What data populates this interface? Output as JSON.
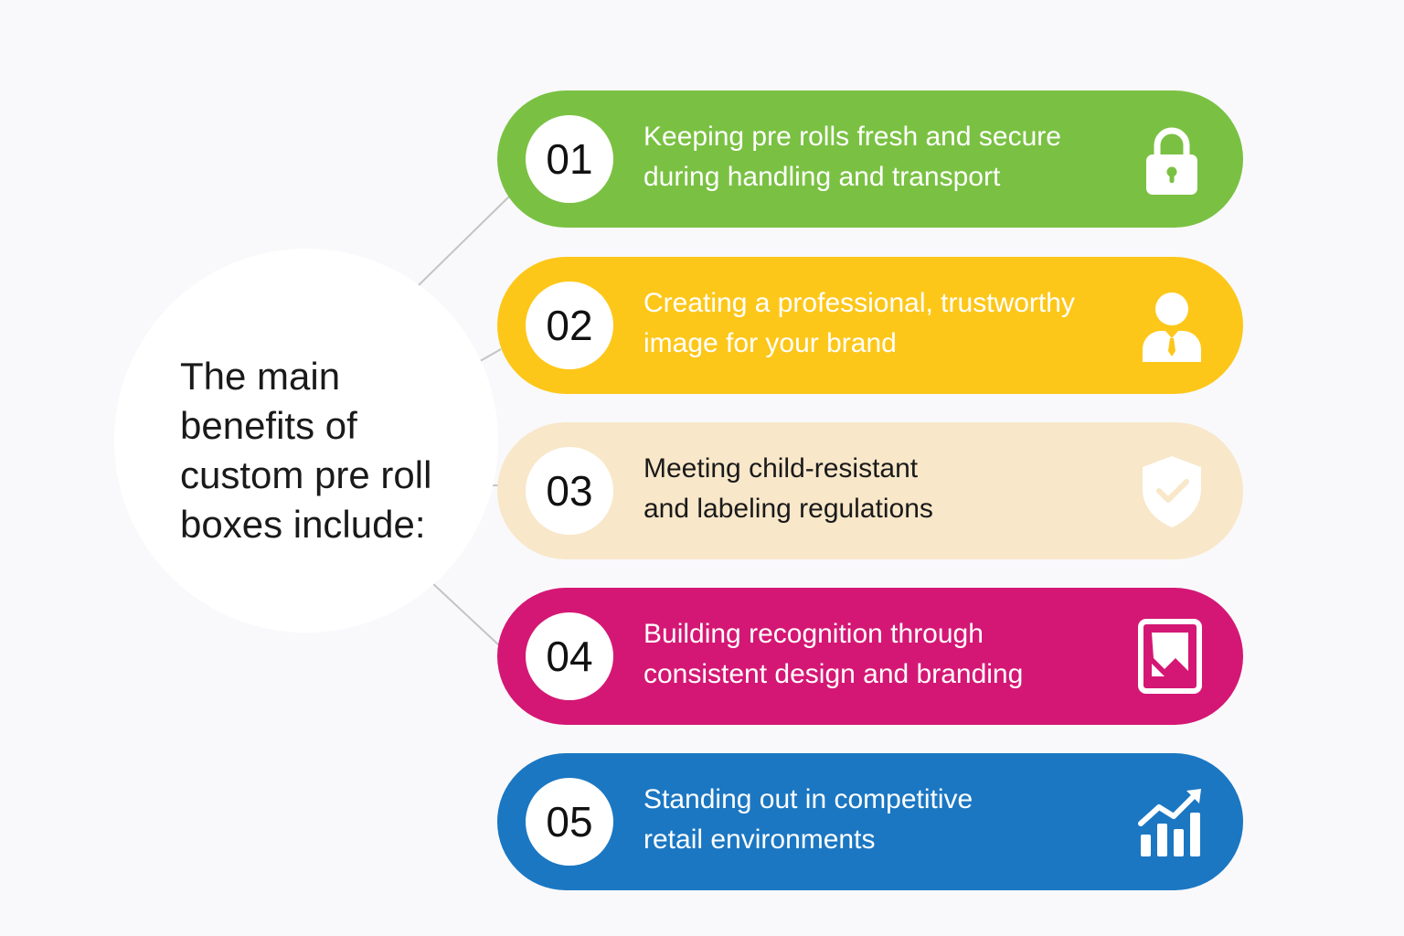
{
  "intro": {
    "text": "The main\nbenefits of\ncustom pre roll\nboxes include:"
  },
  "items": [
    {
      "number": "01",
      "text": "Keeping pre rolls fresh and secure\nduring handling and transport",
      "icon": "lock-icon",
      "color": "#7ac143",
      "text_color": "#ffffff",
      "icon_color": "#ffffff"
    },
    {
      "number": "02",
      "text": "Creating a professional, trustworthy\nimage for your brand",
      "icon": "professional-person-icon",
      "color": "#fdc71a",
      "text_color": "#ffffff",
      "icon_color": "#ffffff"
    },
    {
      "number": "03",
      "text": "Meeting child-resistant\nand labeling regulations",
      "icon": "shield-check-icon",
      "color": "#f8e7c9",
      "text_color": "#1a1a1a",
      "icon_color": "#ffffff"
    },
    {
      "number": "04",
      "text": "Building recognition through\nconsistent design and branding",
      "icon": "design-frame-icon",
      "color": "#d41774",
      "text_color": "#ffffff",
      "icon_color": "#ffffff"
    },
    {
      "number": "05",
      "text": "Standing out in competitive\nretail environments",
      "icon": "growth-chart-icon",
      "color": "#1b77c2",
      "text_color": "#ffffff",
      "icon_color": "#ffffff"
    }
  ],
  "colors": {
    "background": "#f9f9fb",
    "circle": "#ffffff",
    "connector": "#c4c4c4"
  }
}
